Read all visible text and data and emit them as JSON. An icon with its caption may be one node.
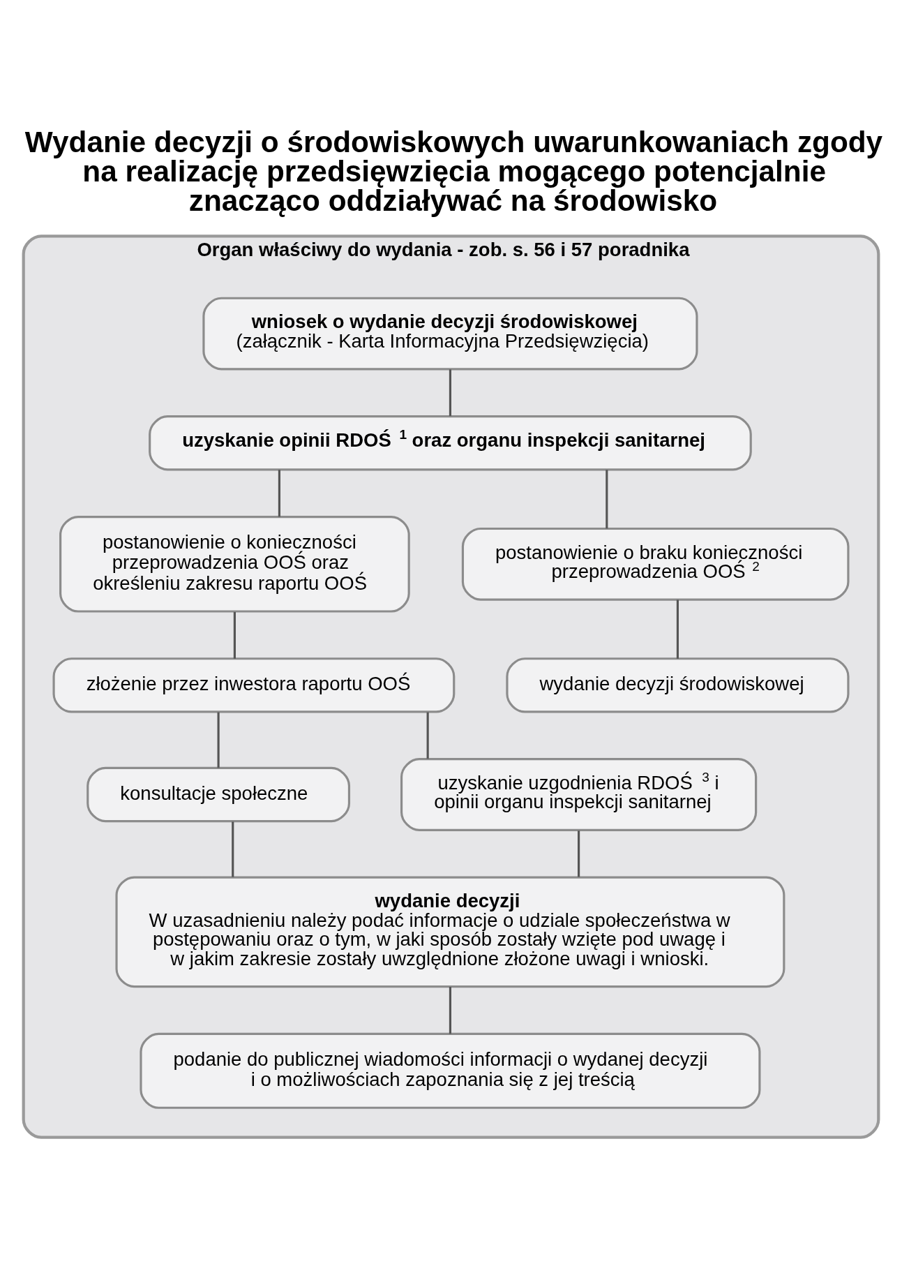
{
  "diagram": {
    "title": "Wydanie decyzji o środowiskowych uwarunkowaniach zgody na realizację przedsięwzięcia mogącego potencjalnie znacząco oddziaływać na środowisko",
    "nodes": [
      {
        "text": [
          "Organ właściwy do wydania - zob. s. 56 i 57 poradnika"
        ]
      },
      {
        "text": [
          "wniosek o wydanie decyzji środowiskowej",
          "(załącznik - Karta Informacyjna Przedsięwzięcia)"
        ],
        "in": 0
      },
      {
        "text": [
          "uzyskanie opinii RDOŚ$^{1}$ oraz organu inspekcji sanitarnej"
        ],
        "in": 0
      },
      {
        "text": [
          "postanowienie o konieczności przeprowadzenia OOŚ oraz określeniu zakresu raportu OOŚ"
        ],
        "in": 0
      },
      {
        "text": [
          "postanowienie o braku konieczności przeprowadzenia OOŚ$^{2}$"
        ],
        "in": 0
      },
      {
        "text": [
          "złożenie przez inwestora raportu OOŚ"
        ],
        "in": 0
      },
      {
        "text": [
          "wydanie decyzji środowiskowej"
        ],
        "in": 0
      },
      {
        "text": [
          "konsultacje społeczne"
        ],
        "in": 0
      },
      {
        "text": [
          "uzyskanie uzgodnienia RDOŚ$^{3}$ i opinii organu inspekcji sanitarnej"
        ],
        "in": 0
      },
      {
        "text": [
          "wydanie decyzji",
          "W uzasadnieniu należy podać informacje o udziale społeczeństwa w postępowaniu oraz o tym, w jaki sposób zostały wzięte pod uwagę i w jakim zakresie zostały uwzględnione złożone uwagi i wnioski."
        ],
        "in": 0
      },
      {
        "text": [
          "podanie do publicznej wiadomości informacji o wydanej decyzji i o możliwościach zapoznania się z jej treścią"
        ],
        "in": 0
      }
    ],
    "edges": [
      {
        "from": 1,
        "to": 2,
        "arrow": "none"
      },
      {
        "from": 2,
        "to": 3,
        "arrow": "none"
      },
      {
        "from": 2,
        "to": 4,
        "arrow": "none"
      },
      {
        "from": 3,
        "to": 5,
        "arrow": "none"
      },
      {
        "from": 4,
        "to": 6,
        "arrow": "none"
      },
      {
        "from": 5,
        "to": 7,
        "arrow": "none"
      },
      {
        "from": 5,
        "to": 8,
        "arrow": "none"
      },
      {
        "from": 7,
        "to": 9,
        "arrow": "none"
      },
      {
        "from": 8,
        "to": 9,
        "arrow": "none"
      },
      {
        "from": 9,
        "to": 10,
        "arrow": "none"
      }
    ]
  }
}
